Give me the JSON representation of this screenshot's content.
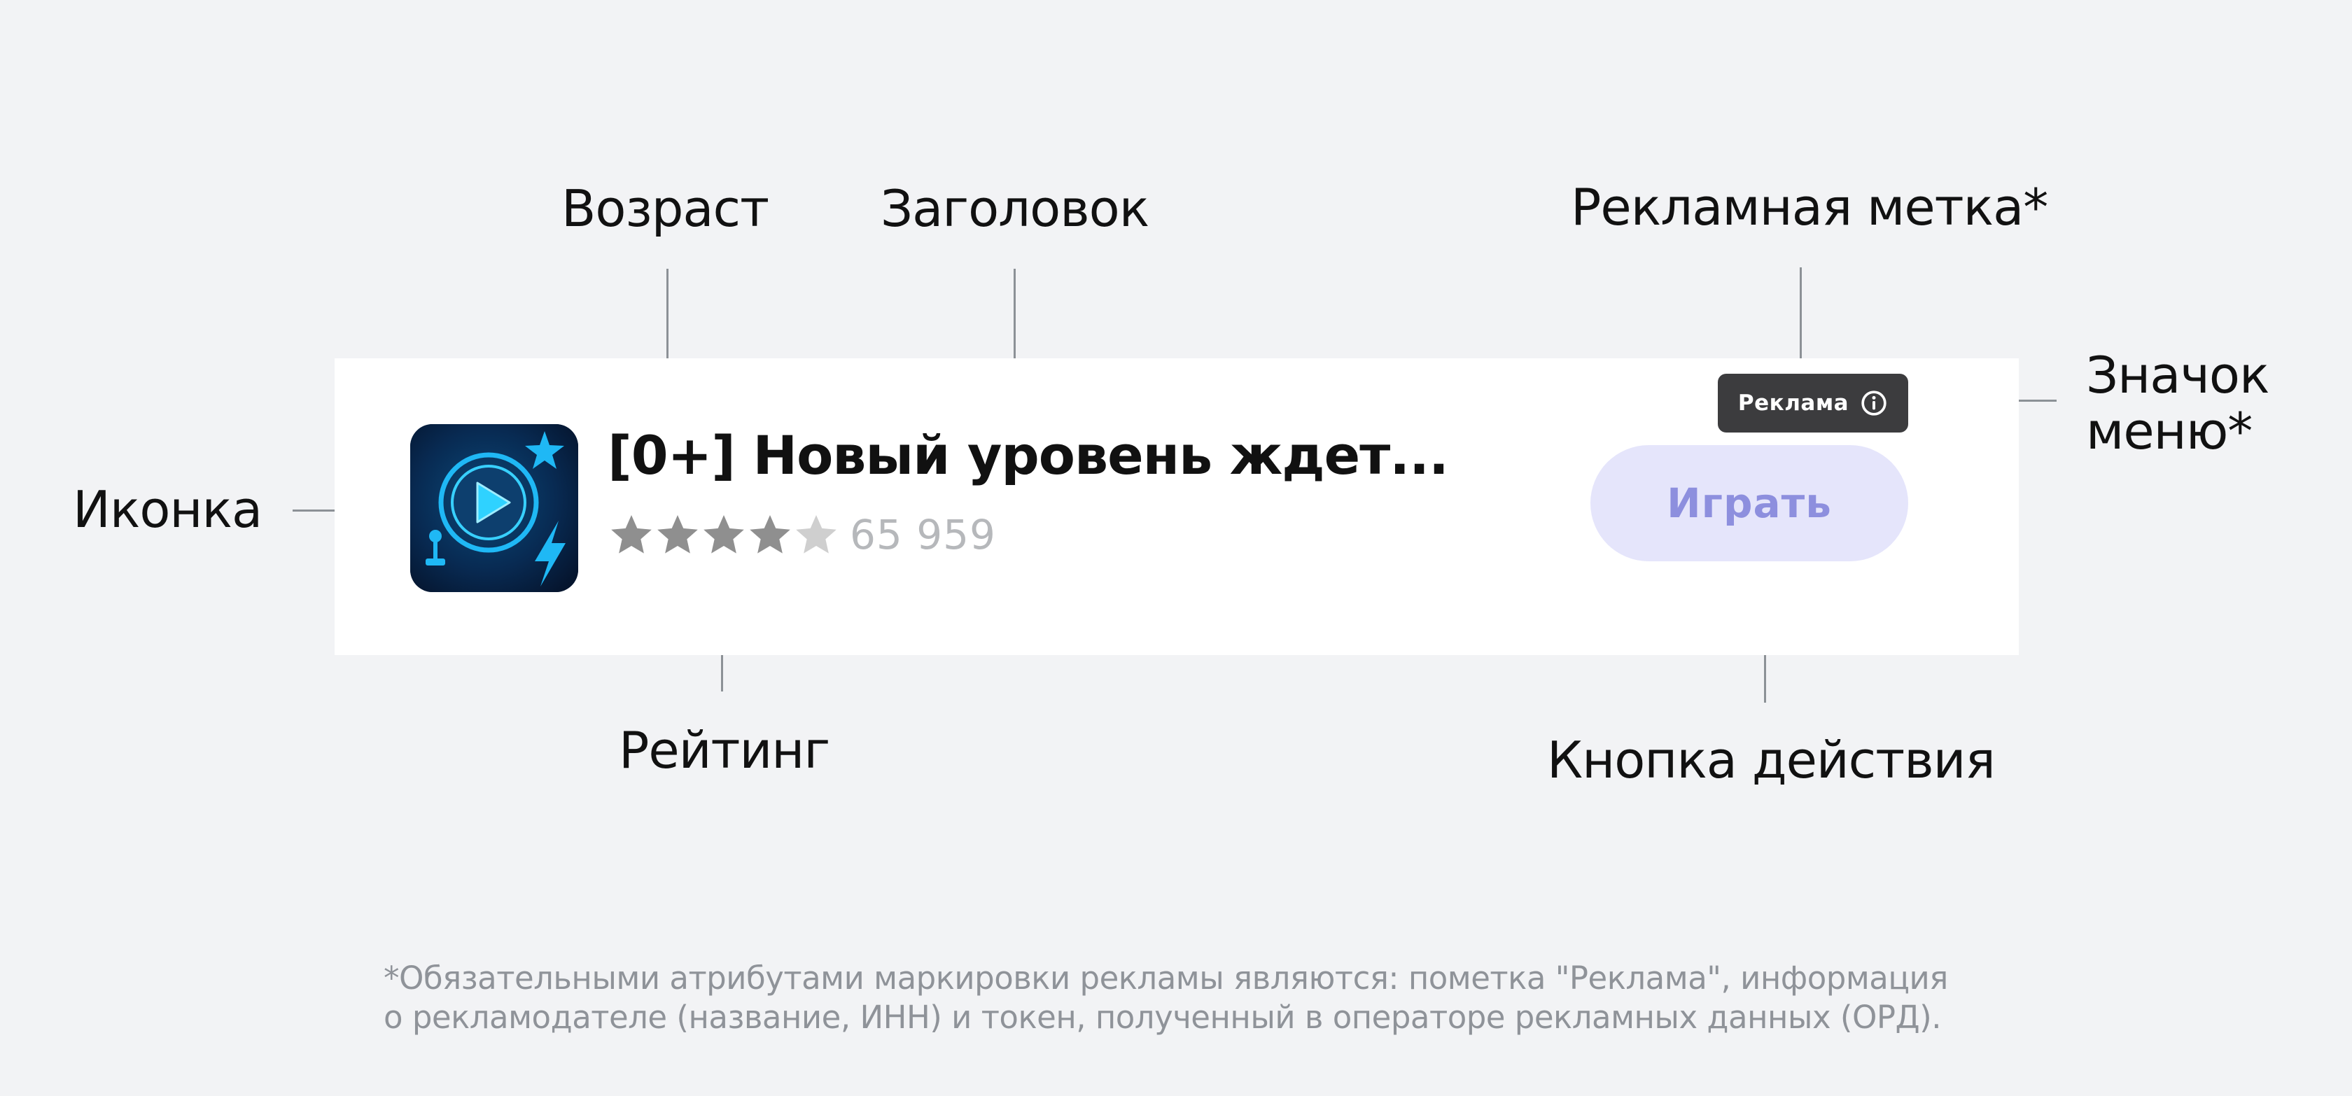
{
  "annotations": {
    "age": "Возраст",
    "title": "Заголовок",
    "ad_label": "Рекламная метка*",
    "menu_icon_line1": "Значок",
    "menu_icon_line2": "меню*",
    "icon": "Иконка",
    "rating": "Рейтинг",
    "action_button": "Кнопка действия"
  },
  "ad_card": {
    "title": "[0+] Новый уровень ждет...",
    "rating": {
      "stars_filled": 4,
      "stars_total": 5,
      "count": "65 959"
    },
    "ad_badge": {
      "label": "Реклама",
      "icon": "info-icon"
    },
    "action_button": {
      "label": "Играть"
    },
    "app_icon": "game-play-icon"
  },
  "footnote": {
    "line1": "*Обязательными атрибутами маркировки рекламы являются: пометка \"Реклама\", информация",
    "line2": "о рекламодателе (название, ИНН) и токен, полученный в операторе рекламных данных (ОРД)."
  },
  "colors": {
    "background": "#f2f3f5",
    "card": "#ffffff",
    "badge": "#3c3c3e",
    "button_bg": "#e5e5fb",
    "button_text": "#8d8fde",
    "star_filled": "#8f8f8f",
    "star_empty": "#cfcfcf",
    "connector": "#8c9196"
  }
}
